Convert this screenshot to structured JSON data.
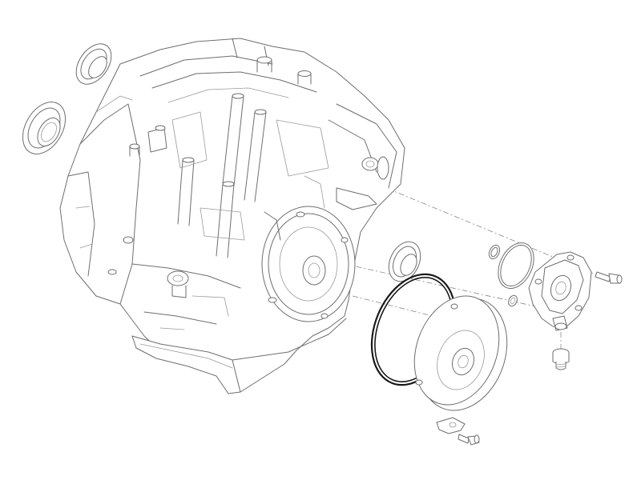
{
  "diagram": {
    "style": "exploded-view line drawing",
    "line_color": "#6e6e6e",
    "highlight_color": "#1a1a1a",
    "background": "#ffffff",
    "parts": [
      {
        "name": "transmission-housing"
      },
      {
        "name": "shaft-seal-upper"
      },
      {
        "name": "shaft-seal-lower"
      },
      {
        "name": "shaft-seal-center"
      },
      {
        "name": "large-o-ring"
      },
      {
        "name": "cover-plate"
      },
      {
        "name": "bracket-clip"
      },
      {
        "name": "cover-bolt"
      },
      {
        "name": "small-o-ring"
      },
      {
        "name": "medium-o-ring"
      },
      {
        "name": "pump-housing"
      },
      {
        "name": "pump-bolt"
      },
      {
        "name": "drain-plug"
      }
    ]
  }
}
